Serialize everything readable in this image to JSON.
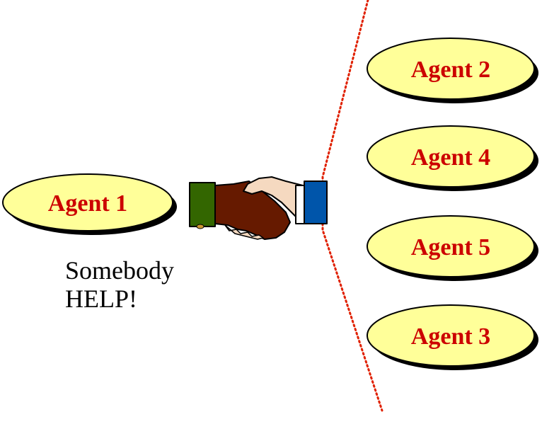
{
  "agents": {
    "agent1": "Agent 1",
    "agent2": "Agent 2",
    "agent4": "Agent 4",
    "agent5": "Agent 5",
    "agent3": "Agent 3"
  },
  "message": {
    "line1": "Somebody",
    "line2": "HELP!"
  },
  "icons": {
    "handshake": "handshake-icon"
  },
  "colors": {
    "ellipse_fill": "#ffff99",
    "ellipse_shadow": "#000000",
    "agent_text": "#cc0000",
    "divider": "#e02000",
    "left_cuff": "#336600",
    "left_hand": "#661a00",
    "right_cuff": "#0055aa",
    "right_hand": "#f5d9c0"
  }
}
